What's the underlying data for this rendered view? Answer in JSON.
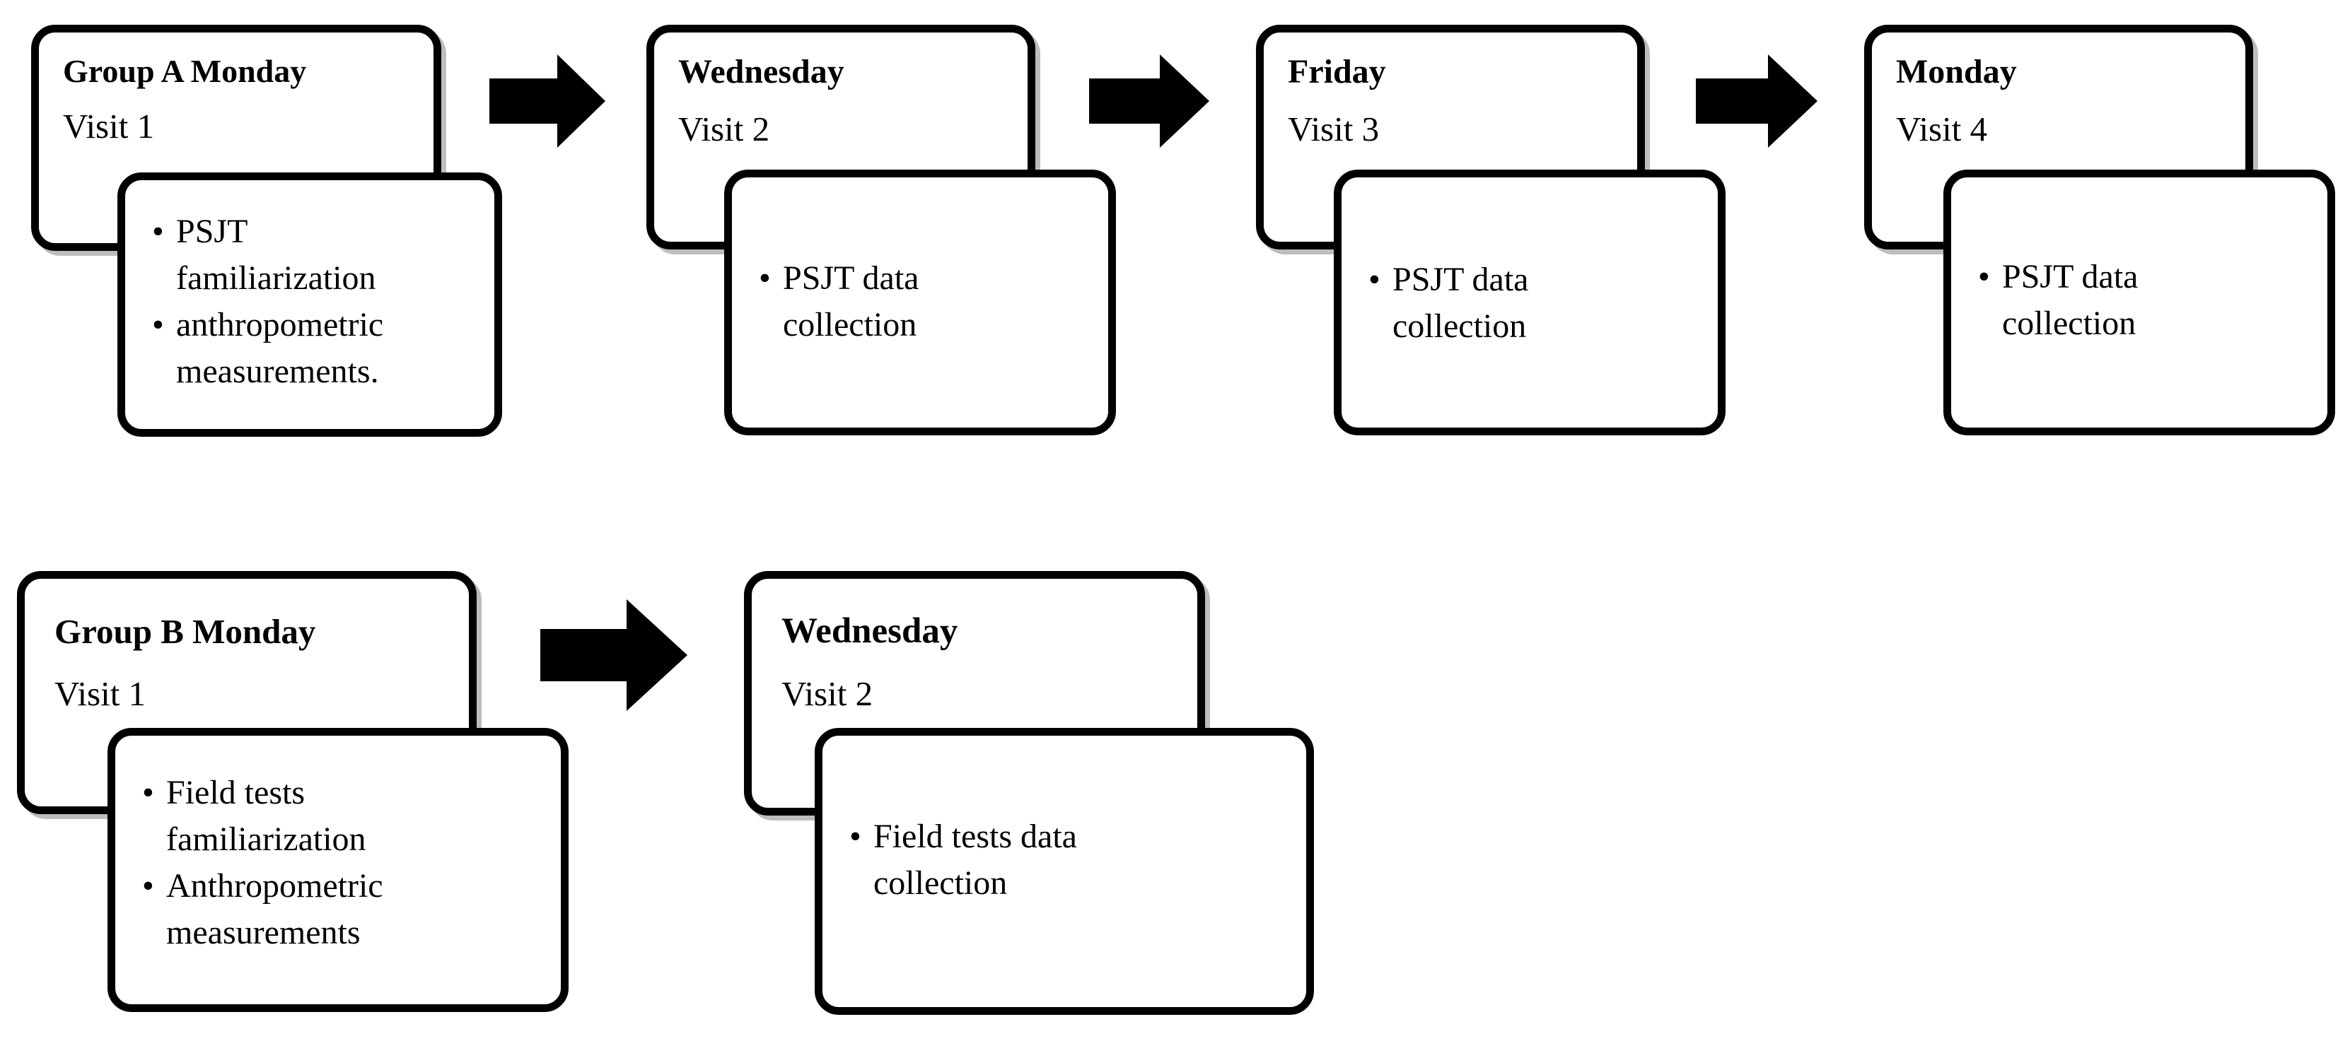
{
  "diagram": {
    "groups": [
      {
        "steps": [
          {
            "title": "Group A Monday",
            "visit": "Visit 1",
            "items": [
              "PSJT\nfamiliarization",
              "anthropometric\nmeasurements."
            ]
          },
          {
            "title": "Wednesday",
            "visit": "Visit 2",
            "items": [
              "PSJT data\ncollection"
            ]
          },
          {
            "title": "Friday",
            "visit": "Visit 3",
            "items": [
              "PSJT data\ncollection"
            ]
          },
          {
            "title": "Monday",
            "visit": "Visit 4",
            "items": [
              "PSJT data\ncollection"
            ]
          }
        ]
      },
      {
        "steps": [
          {
            "title": "Group B Monday",
            "visit": "Visit 1",
            "items": [
              "Field tests\nfamiliarization",
              "Anthropometric\nmeasurements"
            ]
          },
          {
            "title": "Wednesday",
            "visit": "Visit 2",
            "items": [
              "Field tests data\ncollection"
            ]
          }
        ]
      }
    ],
    "colors": {
      "stroke": "#000000",
      "fill": "#ffffff",
      "shadow": "#bdbdbd",
      "arrow": "#000000"
    },
    "arrow_icon": "right-arrow-icon"
  }
}
